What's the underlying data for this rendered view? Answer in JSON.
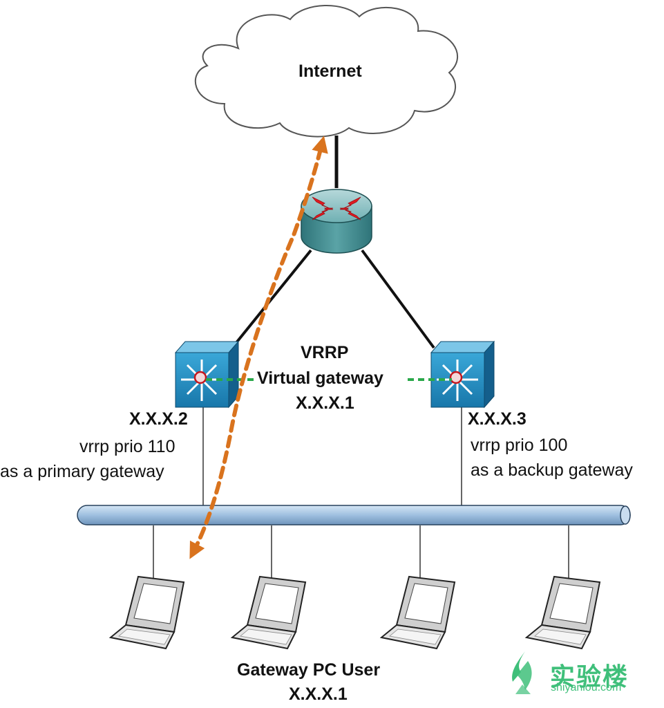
{
  "labels": {
    "internet": "Internet",
    "vrrp_line1": "VRRP",
    "vrrp_line2": "Virtual gateway",
    "vrrp_line3": "X.X.X.1",
    "left_ip": "X.X.X.2",
    "left_prio": "vrrp prio 110",
    "left_role": "as a primary gateway",
    "right_ip": "X.X.X.3",
    "right_prio": "vrrp prio 100",
    "right_role": "as a backup gateway",
    "users_line1": "Gateway PC User",
    "users_line2": "X.X.X.1"
  },
  "watermark": {
    "brand": "实验楼",
    "site": "shiyanlou.com"
  },
  "colors": {
    "traffic_arrow": "#d9731e",
    "vrrp_link": "#2aa84a",
    "device_blue": "#1e8fc4",
    "router_teal": "#3f8f93",
    "bus_blue": "#a8c8e8",
    "watermark_green": "#3fbf7a"
  }
}
